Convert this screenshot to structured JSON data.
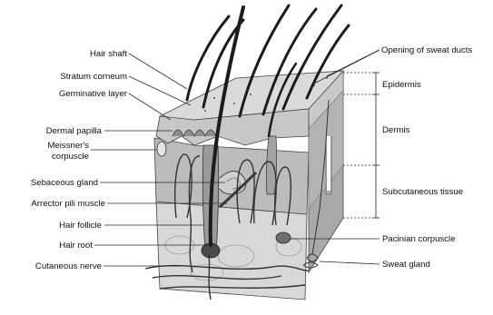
{
  "labels": {
    "left": {
      "hair_shaft": "Hair shaft",
      "stratum_corneum": "Stratum corneum",
      "germinative_layer": "Germinative layer",
      "dermal_papilla": "Dermal papilla",
      "meissners_corpuscle_line1": "Meissner's",
      "meissners_corpuscle_line2": "corpuscle",
      "sebaceous_gland": "Sebaceous gland",
      "arrector_pili_muscle": "Arrector pili muscle",
      "hair_follicle": "Hair follicle",
      "hair_root": "Hair root",
      "cutaneous_nerve": "Cutaneous nerve"
    },
    "right": {
      "opening_of_sweat_ducts": "Opening of sweat ducts",
      "epidermis": "Epidermis",
      "dermis": "Dermis",
      "subcutaneous_tissue": "Subcutaneous tissue",
      "pacinian_corpuscle": "Pacinian corpuscle",
      "sweat_gland": "Sweat gland"
    }
  },
  "colors": {
    "epidermis_top": "#d9d9d9",
    "dermis": "#bdbdbd",
    "subcutaneous": "#d6d6d6",
    "side_face": "#a8a8a8",
    "hair": "#1c1c1c",
    "line": "#2a2a2a"
  }
}
